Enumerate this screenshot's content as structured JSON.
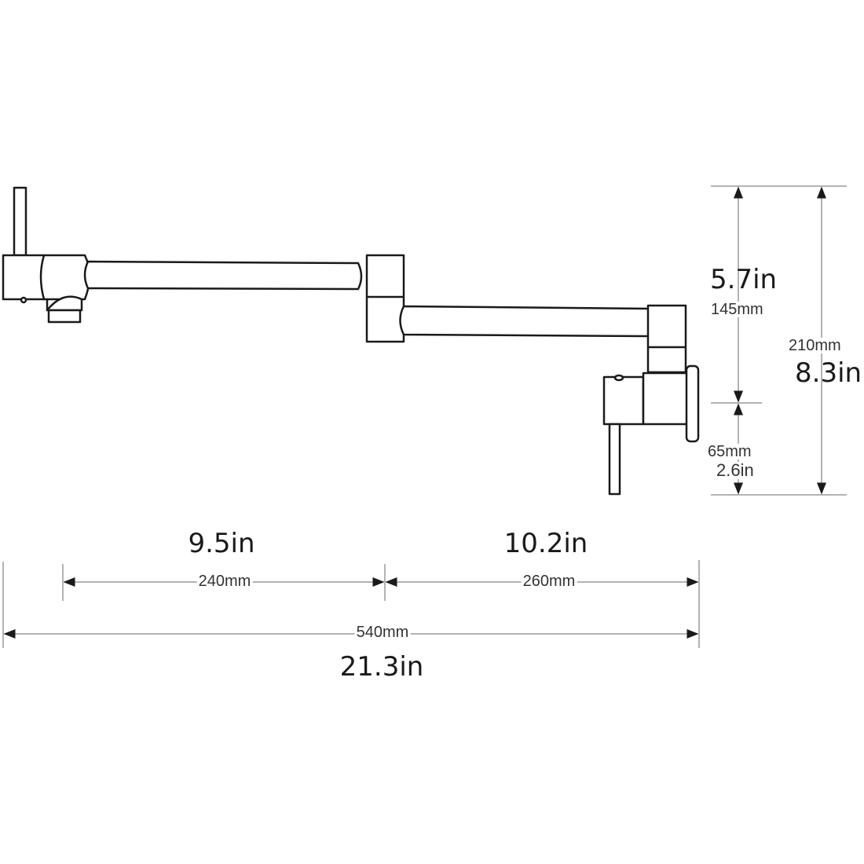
{
  "diagram": {
    "subject": "Wall-mounted pot filler faucet, folding double-jointed arm",
    "colors": {
      "outline": "#1a1a1a",
      "dimension_line": "#9a9a9a",
      "background": "#ffffff"
    }
  },
  "dimensions": {
    "arm_1": {
      "in": "9.5in",
      "mm": "240mm"
    },
    "arm_2": {
      "in": "10.2in",
      "mm": "260mm"
    },
    "total_length": {
      "mm": "540mm",
      "in": "21.3in"
    },
    "upper_height": {
      "in": "5.7in",
      "mm": "145mm"
    },
    "lower_height": {
      "mm": "65mm",
      "in": "2.6in"
    },
    "total_height": {
      "mm": "210mm",
      "in": "8.3in"
    }
  }
}
